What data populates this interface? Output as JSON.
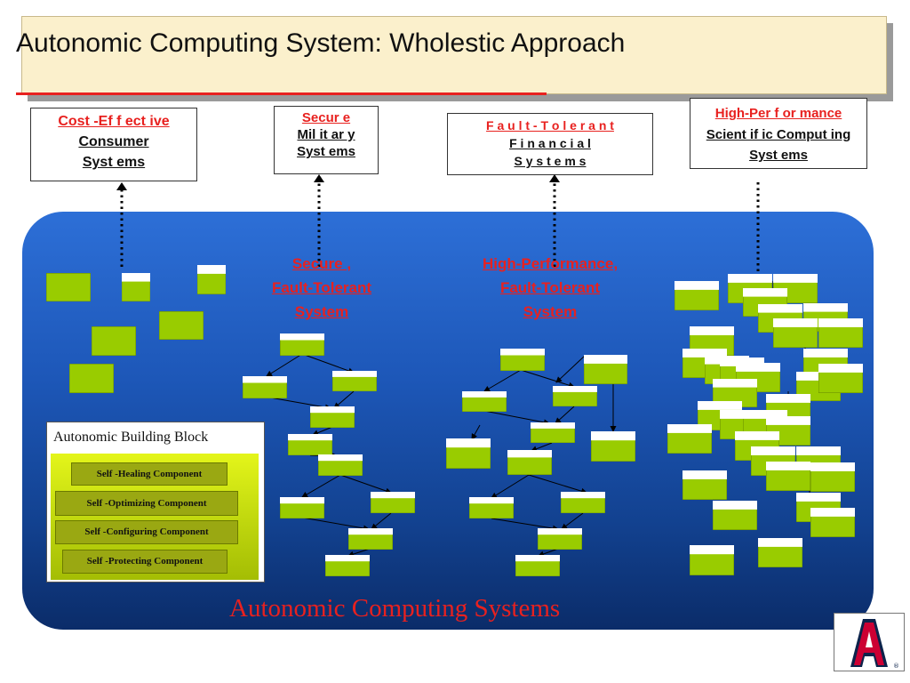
{
  "title": "Autonomic Computing System: Wholestic Approach",
  "labels": {
    "cost_effective": [
      "Cost -Ef f ect ive",
      "Consumer",
      "Syst ems"
    ],
    "secure_military": [
      "Secur e",
      "Mil it ar y",
      "Syst ems"
    ],
    "fault_tolerant_financial": [
      "F a u l t - T o l e r a n t",
      "F i n a n c i a l",
      "S y s t e m s"
    ],
    "high_performance_scientific": [
      "High-Per f or mance",
      "Scient if ic Comput ing",
      "Syst ems"
    ]
  },
  "panel": {
    "secure_fault_tolerant": [
      "Secure ,",
      "Fault-Tolerant",
      "System"
    ],
    "high_performance_fault_tolerant": [
      "High-Performance,",
      "Fault-Tolerant",
      "System"
    ],
    "footer": "Autonomic Computing Systems"
  },
  "building_block": {
    "title": "Autonomic Building Block",
    "components": [
      "Self -Healing Component",
      "Self -Optimizing Component",
      "Self -Configuring Component",
      "Self -Protecting Component"
    ]
  },
  "colors": {
    "title_bg": "#fbf0cc",
    "accent_red": "#e8211f",
    "panel_blue": "#1d57b8",
    "block_green": "#99cc00"
  },
  "logo_icon": "university-of-arizona-a-logo"
}
